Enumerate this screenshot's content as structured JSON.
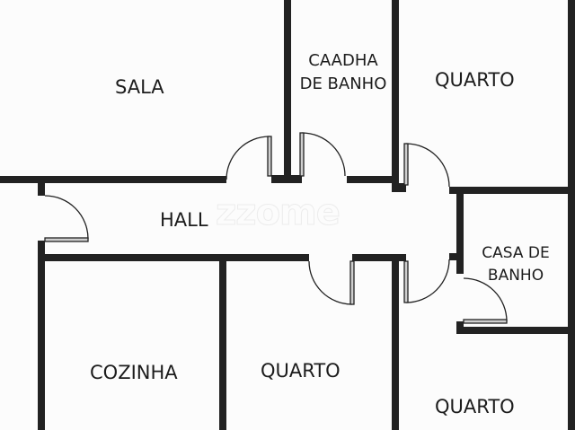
{
  "floorplan": {
    "watermark": "zzome",
    "rooms": [
      {
        "id": "sala",
        "label": "SALA"
      },
      {
        "id": "casa-de-banho-top",
        "label_line1": "CAADHA",
        "label_line2": "DE BANHO"
      },
      {
        "id": "quarto-top-right",
        "label": "QUARTO"
      },
      {
        "id": "hall",
        "label": "HALL"
      },
      {
        "id": "casa-de-banho-right",
        "label_line1": "CASA DE",
        "label_line2": "BANHO"
      },
      {
        "id": "cozinha",
        "label": "COZINHA"
      },
      {
        "id": "quarto-bottom-middle",
        "label": "QUARTO"
      },
      {
        "id": "quarto-bottom-right",
        "label": "QUARTO"
      }
    ],
    "colors": {
      "wall": "#222222",
      "background": "#fcfcfc",
      "text": "#1c1c1c"
    }
  }
}
